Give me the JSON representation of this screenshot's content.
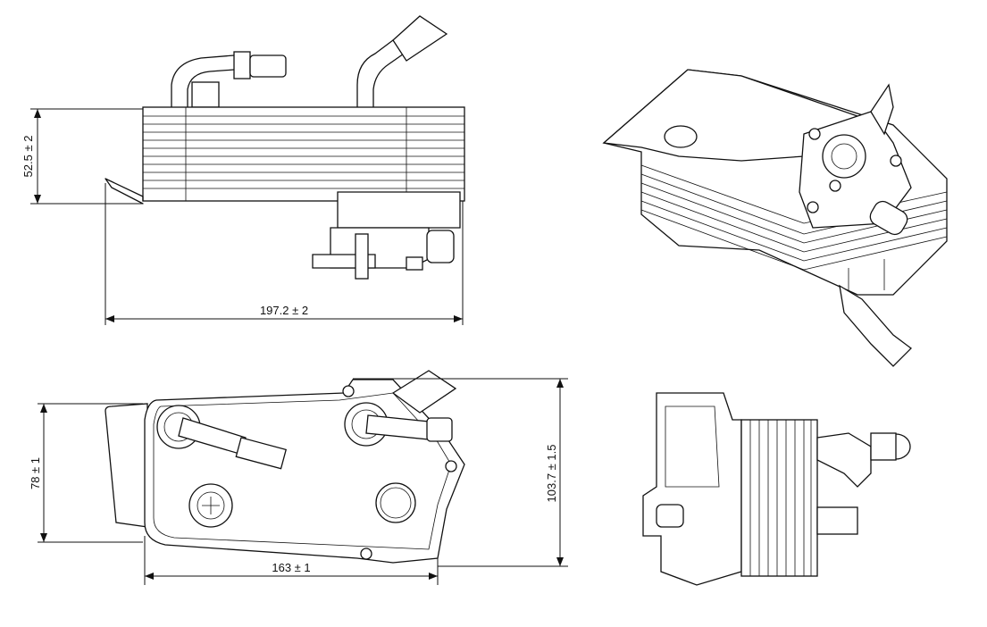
{
  "drawing": {
    "dimensions": {
      "height_side": "52.5 ± 2",
      "length_side": "197.2 ± 2",
      "width_inner": "78 ± 1",
      "width_outer": "103.7 ± 1.5",
      "length_plate": "163 ± 1"
    }
  }
}
